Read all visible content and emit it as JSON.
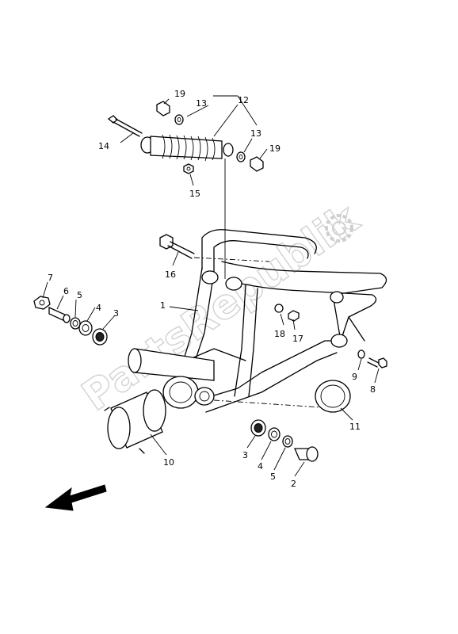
{
  "watermark": {
    "text": "PartsRepublik",
    "logo_icon": "gear-icon"
  },
  "callouts": {
    "p1": "1",
    "p2": "2",
    "p3a": "3",
    "p3b": "3",
    "p4a": "4",
    "p4b": "4",
    "p5a": "5",
    "p5b": "5",
    "p6": "6",
    "p7": "7",
    "p8": "8",
    "p9": "9",
    "p10": "10",
    "p11": "11",
    "p12": "12",
    "p13a": "13",
    "p13b": "13",
    "p14": "14",
    "p15": "15",
    "p16": "16",
    "p17": "17",
    "p18": "18",
    "p19a": "19",
    "p19b": "19"
  },
  "direction_arrow_icon": "arrow-front-icon"
}
